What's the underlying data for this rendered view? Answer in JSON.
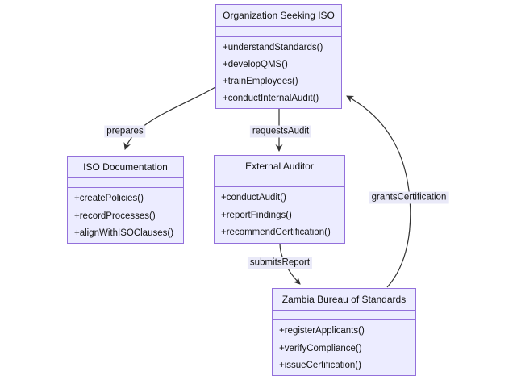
{
  "diagram": {
    "type": "uml-class-diagram",
    "classes": [
      {
        "id": "organization-seeking-iso",
        "title": "Organization Seeking ISO",
        "attributes": [],
        "methods": [
          "+understandStandards()",
          "+developQMS()",
          "+trainEmployees()",
          "+conductInternalAudit()"
        ]
      },
      {
        "id": "iso-documentation",
        "title": "ISO Documentation",
        "attributes": [],
        "methods": [
          "+createPolicies()",
          "+recordProcesses()",
          "+alignWithISOClauses()"
        ]
      },
      {
        "id": "external-auditor",
        "title": "External Auditor",
        "attributes": [],
        "methods": [
          "+conductAudit()",
          "+reportFindings()",
          "+recommendCertification()"
        ]
      },
      {
        "id": "zambia-bureau-of-standards",
        "title": "Zambia Bureau of Standards",
        "attributes": [],
        "methods": [
          "+registerApplicants()",
          "+verifyCompliance()",
          "+issueCertification()"
        ]
      }
    ],
    "edges": [
      {
        "label": "prepares",
        "from": "Organization Seeking ISO",
        "to": "ISO Documentation"
      },
      {
        "label": "requestsAudit",
        "from": "Organization Seeking ISO",
        "to": "External Auditor"
      },
      {
        "label": "submitsReport",
        "from": "External Auditor",
        "to": "Zambia Bureau of Standards"
      },
      {
        "label": "grantsCertification",
        "from": "Zambia Bureau of Standards",
        "to": "Organization Seeking ISO"
      }
    ],
    "colors": {
      "node_fill": "#ECECFF",
      "node_border": "#9370DB",
      "edge": "#333333",
      "text": "#131313",
      "label_bg": "#e9e9f8",
      "canvas_bg": "#ffffff"
    }
  }
}
